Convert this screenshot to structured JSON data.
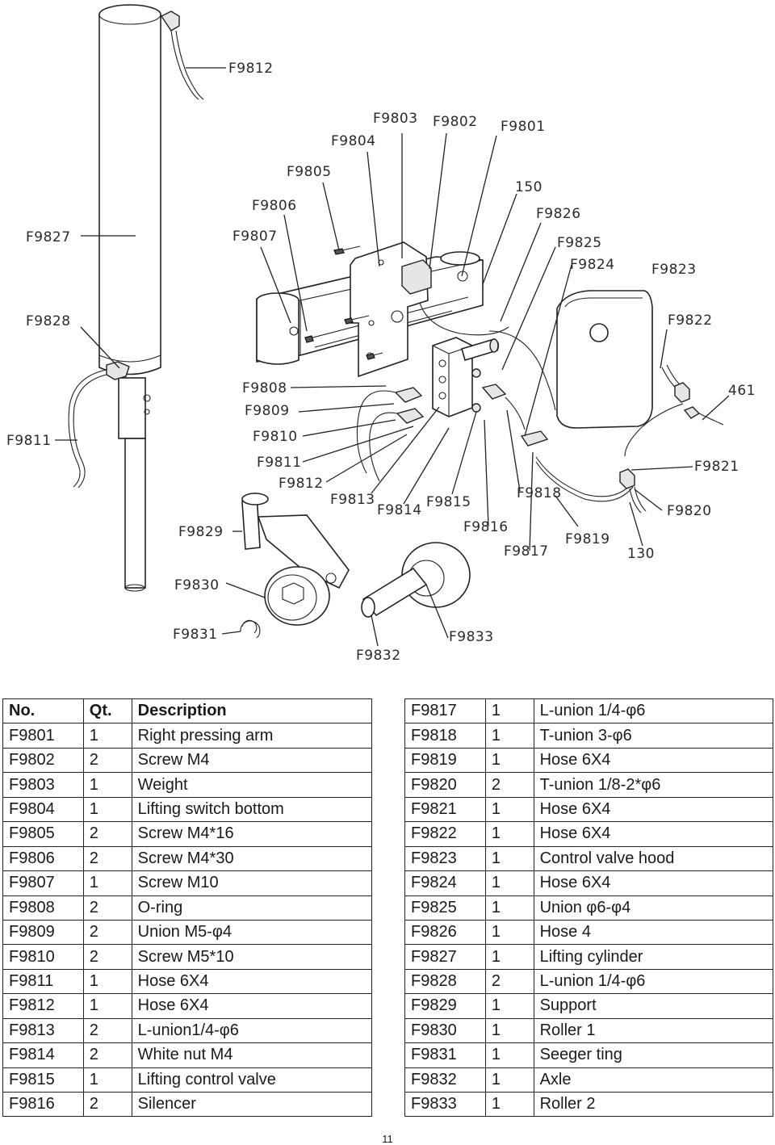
{
  "drawing": {
    "callouts": [
      "F9812",
      "F9803",
      "F9802",
      "F9801",
      "F9804",
      "F9805",
      "150",
      "F9806",
      "F9826",
      "F9827",
      "F9807",
      "F9825",
      "F9824",
      "F9823",
      "F9828",
      "F9822",
      "F9808",
      "461",
      "F9809",
      "F9811",
      "F9810",
      "F9811",
      "F9821",
      "F9812",
      "F9813",
      "F9814",
      "F9815",
      "F9818",
      "F9820",
      "F9816",
      "F9829",
      "F9819",
      "F9817",
      "130",
      "F9830",
      "F9831",
      "F9833",
      "F9832"
    ]
  },
  "table": {
    "headers": {
      "no": "No.",
      "qt": "Qt.",
      "description": "Description"
    },
    "left_rows": [
      {
        "no": "F9801",
        "qt": "1",
        "desc": "Right pressing arm"
      },
      {
        "no": "F9802",
        "qt": "2",
        "desc": "Screw M4"
      },
      {
        "no": "F9803",
        "qt": "1",
        "desc": "Weight"
      },
      {
        "no": "F9804",
        "qt": "1",
        "desc": "Lifting switch bottom"
      },
      {
        "no": "F9805",
        "qt": "2",
        "desc": "Screw M4*16"
      },
      {
        "no": "F9806",
        "qt": "2",
        "desc": "Screw M4*30"
      },
      {
        "no": "F9807",
        "qt": "1",
        "desc": "Screw M10"
      },
      {
        "no": "F9808",
        "qt": "2",
        "desc": "O-ring"
      },
      {
        "no": "F9809",
        "qt": "2",
        "desc": "Union M5-φ4"
      },
      {
        "no": "F9810",
        "qt": "2",
        "desc": "Screw M5*10"
      },
      {
        "no": "F9811",
        "qt": "1",
        "desc": "Hose 6X4"
      },
      {
        "no": "F9812",
        "qt": "1",
        "desc": "Hose 6X4"
      },
      {
        "no": "F9813",
        "qt": "2",
        "desc": "L-union1/4-φ6"
      },
      {
        "no": "F9814",
        "qt": "2",
        "desc": "White nut M4"
      },
      {
        "no": "F9815",
        "qt": "1",
        "desc": "Lifting control valve"
      },
      {
        "no": "F9816",
        "qt": "2",
        "desc": "Silencer"
      }
    ],
    "right_rows": [
      {
        "no": "F9817",
        "qt": "1",
        "desc": "L-union 1/4-φ6"
      },
      {
        "no": "F9818",
        "qt": "1",
        "desc": "T-union 3-φ6"
      },
      {
        "no": "F9819",
        "qt": "1",
        "desc": "Hose 6X4"
      },
      {
        "no": "F9820",
        "qt": "2",
        "desc": "T-union 1/8-2*φ6"
      },
      {
        "no": "F9821",
        "qt": "1",
        "desc": "Hose 6X4"
      },
      {
        "no": "F9822",
        "qt": "1",
        "desc": "Hose 6X4"
      },
      {
        "no": "F9823",
        "qt": "1",
        "desc": "Control valve hood"
      },
      {
        "no": "F9824",
        "qt": "1",
        "desc": "Hose 6X4"
      },
      {
        "no": "F9825",
        "qt": "1",
        "desc": "Union φ6-φ4"
      },
      {
        "no": "F9826",
        "qt": "1",
        "desc": "Hose 4"
      },
      {
        "no": "F9827",
        "qt": "1",
        "desc": "Lifting cylinder"
      },
      {
        "no": "F9828",
        "qt": "2",
        "desc": "L-union 1/4-φ6"
      },
      {
        "no": "F9829",
        "qt": "1",
        "desc": "Support"
      },
      {
        "no": "F9830",
        "qt": "1",
        "desc": "Roller 1"
      },
      {
        "no": "F9831",
        "qt": "1",
        "desc": "Seeger ting"
      },
      {
        "no": "F9832",
        "qt": "1",
        "desc": "Axle"
      },
      {
        "no": "F9833",
        "qt": "1",
        "desc": "Roller 2"
      }
    ]
  },
  "page_number": "11"
}
